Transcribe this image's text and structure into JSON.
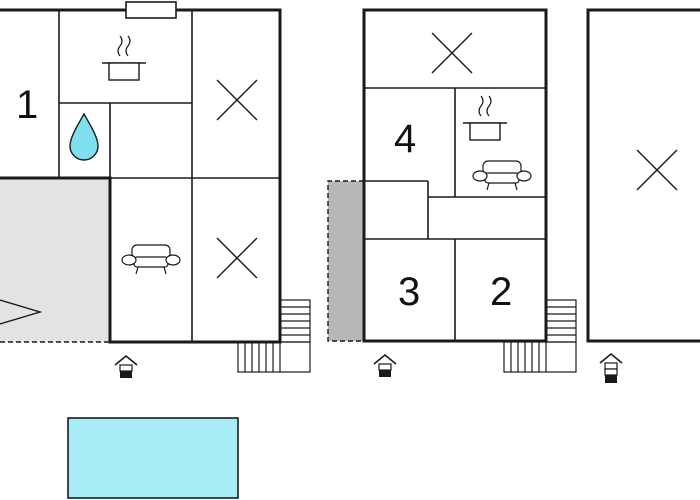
{
  "rooms": {
    "room_1": "1",
    "room_2": "2",
    "room_3": "3",
    "room_4": "4"
  },
  "icons": {
    "kitchen": "pot-icon",
    "bathroom": "water-drop-icon",
    "living": "sofa-icon",
    "entrance": "entrance-arrow-icon",
    "stairs": "stairs-icon",
    "no_access": "cross-icon"
  },
  "colors": {
    "pool": "#a8ecf6",
    "drop": "#7fe0ef",
    "terrace": "#e3e3e3",
    "terrace_dark": "#b8b8b8",
    "wall": "#1a1a1a"
  }
}
